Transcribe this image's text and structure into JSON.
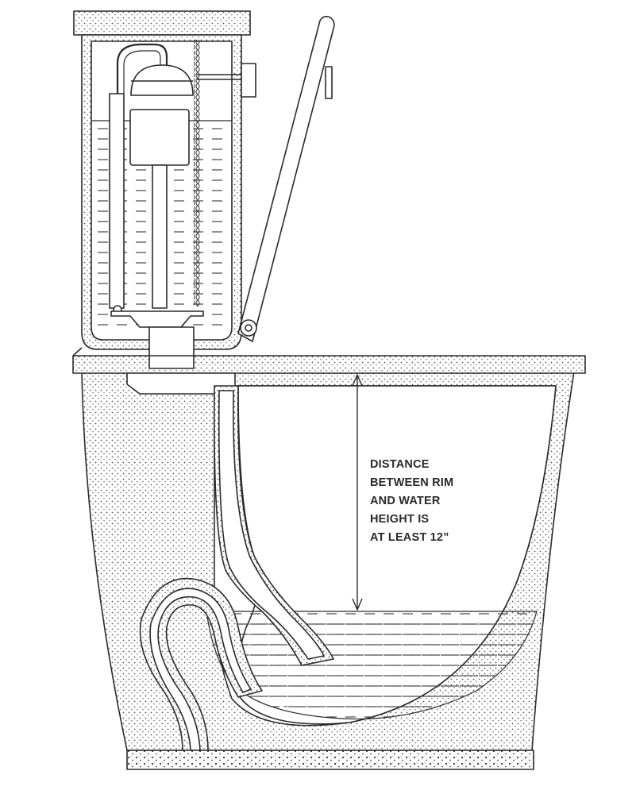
{
  "annotation": {
    "lines": [
      "DISTANCE",
      "BETWEEN RIM",
      "AND WATER",
      "HEIGHT IS",
      "AT LEAST 12”"
    ]
  },
  "colors": {
    "line": "#2a2a2a",
    "fill": "#ffffff"
  }
}
